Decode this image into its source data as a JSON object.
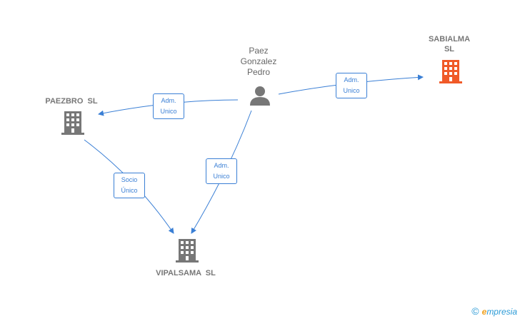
{
  "nodes": {
    "person": {
      "label_lines": [
        "Paez",
        "Gonzalez",
        "Pedro"
      ],
      "icon": "person-icon"
    },
    "sabialma": {
      "label_lines": [
        "SABIALMA",
        "SL"
      ],
      "icon": "building-icon",
      "color": "#f05a28"
    },
    "paezbro": {
      "label": "PAEZBRO  SL",
      "icon": "building-icon",
      "color": "#777777"
    },
    "vipalsama": {
      "label": "VIPALSAMA  SL",
      "icon": "building-icon",
      "color": "#777777"
    }
  },
  "edges": {
    "person_to_sabialma": [
      "Adm.",
      "Unico"
    ],
    "person_to_paezbro": [
      "Adm.",
      "Unico"
    ],
    "person_to_vipalsama": [
      "Adm.",
      "Unico"
    ],
    "paezbro_to_vipalsama": [
      "Socio",
      "Único"
    ]
  },
  "colors": {
    "edge": "#3a7fd5",
    "accent": "#f05a28",
    "node": "#777777"
  },
  "watermark": {
    "copyright": "©",
    "brand_initial": "e",
    "brand_rest": "mpresia"
  }
}
